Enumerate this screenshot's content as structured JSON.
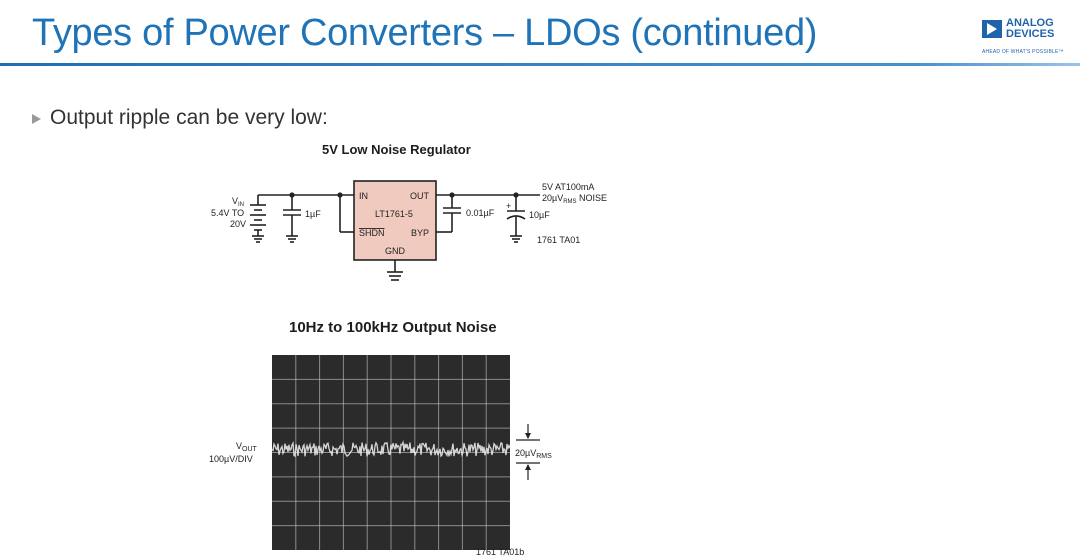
{
  "slide": {
    "title": "Types of Power Converters – LDOs (continued)",
    "bullet": "Output ripple can be very low:"
  },
  "logo": {
    "line1": "ANALOG",
    "line2": "DEVICES",
    "tagline": "AHEAD OF WHAT'S POSSIBLE™"
  },
  "circuit": {
    "title": "5V Low Noise Regulator",
    "vin_label": "V",
    "vin_sub": "IN",
    "vin_range_1": "5.4V TO",
    "vin_range_2": "20V",
    "cin_value": "1µF",
    "pin_in": "IN",
    "pin_out": "OUT",
    "pin_shdn": "SHDN",
    "pin_byp": "BYP",
    "pin_gnd": "GND",
    "part": "LT1761-5",
    "cbyp_value": "0.01µF",
    "cout_value": "10µF",
    "out_line1": "5V AT100mA",
    "out_line2_a": "20µV",
    "out_line2_sub": "RMS",
    "out_line2_b": " NOISE",
    "code": "1761 TA01"
  },
  "scope": {
    "title": "10Hz to 100kHz Output Noise",
    "y_label": "V",
    "y_label_sub": "OUT",
    "y_scale": "100µV/DIV",
    "noise_a": "20µV",
    "noise_sub": "RMS",
    "code": "1761 TA01b",
    "colors": {
      "screen": "#2b2b2b",
      "trace": "#e8e8e8",
      "grid": "#d9d9d9"
    }
  }
}
